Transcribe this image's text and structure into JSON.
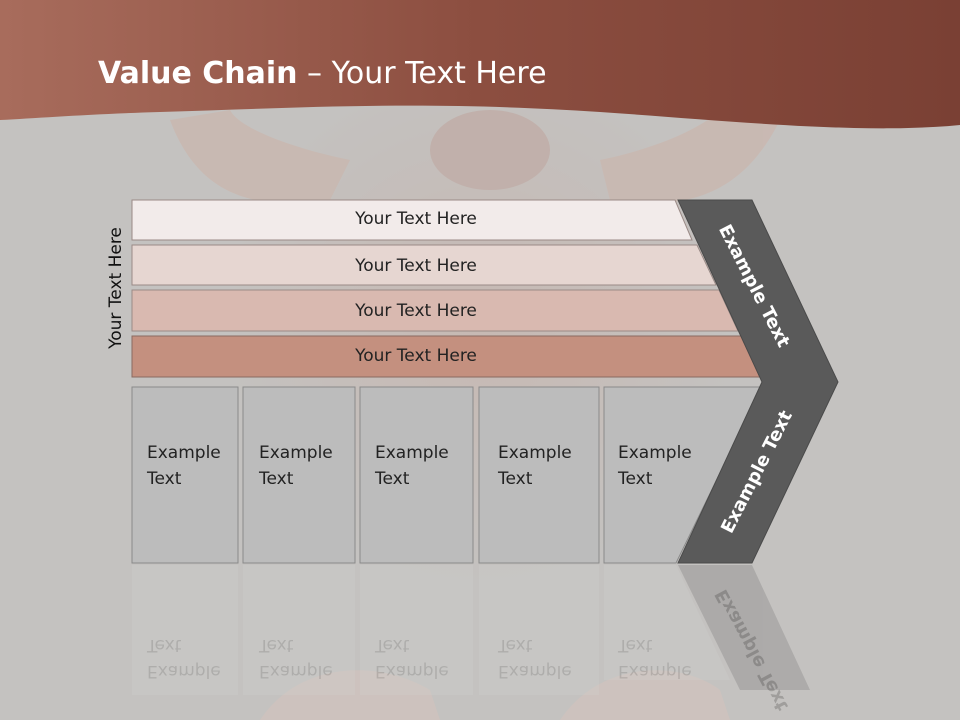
{
  "colors": {
    "banner": "#8c4e40",
    "background": "#c4c2c0",
    "row1": "#f2ebea",
    "row2": "#e6d6d1",
    "row3": "#d9b9b0",
    "row4": "#c4907f",
    "cell": "#bcbcbc",
    "chevron": "#5a5a5a"
  },
  "slide": {
    "title_bold": "Value Chain",
    "title_rest": " – Your Text Here",
    "side_label": "Your Text Here"
  },
  "rows": [
    {
      "label": "Your Text Here"
    },
    {
      "label": "Your Text Here"
    },
    {
      "label": "Your Text Here"
    },
    {
      "label": "Your Text Here"
    }
  ],
  "cells": [
    {
      "label": "Example\nText"
    },
    {
      "label": "Example\nText"
    },
    {
      "label": "Example\nText"
    },
    {
      "label": "Example\nText"
    },
    {
      "label": "Example\nText"
    }
  ],
  "chevron": {
    "upper_label": "Example Text",
    "lower_label": "Example Text"
  }
}
